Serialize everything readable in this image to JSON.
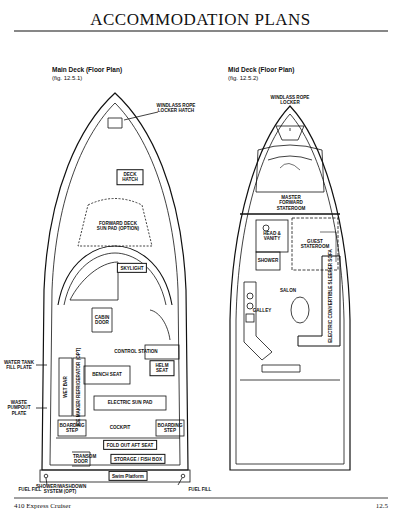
{
  "diagram": {
    "title": "ACCOMMODATION PLANS",
    "nodes": [
      {
        "text": [
          "DECK HATCH"
        ]
      },
      {
        "text": [
          "SKYLIGHT"
        ]
      },
      {
        "text": [
          "HELM SEAT"
        ]
      },
      {
        "text": [
          "FOLD OUT AFT SEAT"
        ]
      },
      {
        "text": [
          "STORAGE / FISH BOX"
        ]
      },
      {
        "text": [
          "Swim Platform"
        ]
      }
    ],
    "labels": [
      "Main Deck (Floor Plan)",
      "(fig. 12.5.1)",
      "Mid Deck (Floor Plan)",
      "(fig. 12.5.2)",
      "WINDLASS ROPE LOCKER HATCH",
      "FORWARD DECK SUN PAD (OPTION)",
      "CABIN DOOR",
      "CONTROL STATION",
      "BENCH SEAT",
      "WET BAR",
      "ICE MAKER/ REFRIGERATOR (OPT)",
      "ELECTRIC SUN PAD",
      "WATER TANK FILL PLATE",
      "WASTE PUMPOUT PLATE",
      "BOARDING STEP",
      "COCKPIT",
      "BOARDING STEP",
      "TRANSOM DOOR",
      "SHOWER/WASHDOWN SYSTEM (OPT)",
      "FUEL FILL",
      "FUEL FILL",
      "WINDLASS ROPE LOCKER",
      "MASTER FORWARD STATEROOM",
      "HEAD & VANITY",
      "SHOWER",
      "GUEST STATEROOM",
      "SALON",
      "GALLEY",
      "ELECTRIC CONVERTIBLE SLEEPER SOFA",
      "410 Express Cruiser",
      "12.5"
    ]
  }
}
